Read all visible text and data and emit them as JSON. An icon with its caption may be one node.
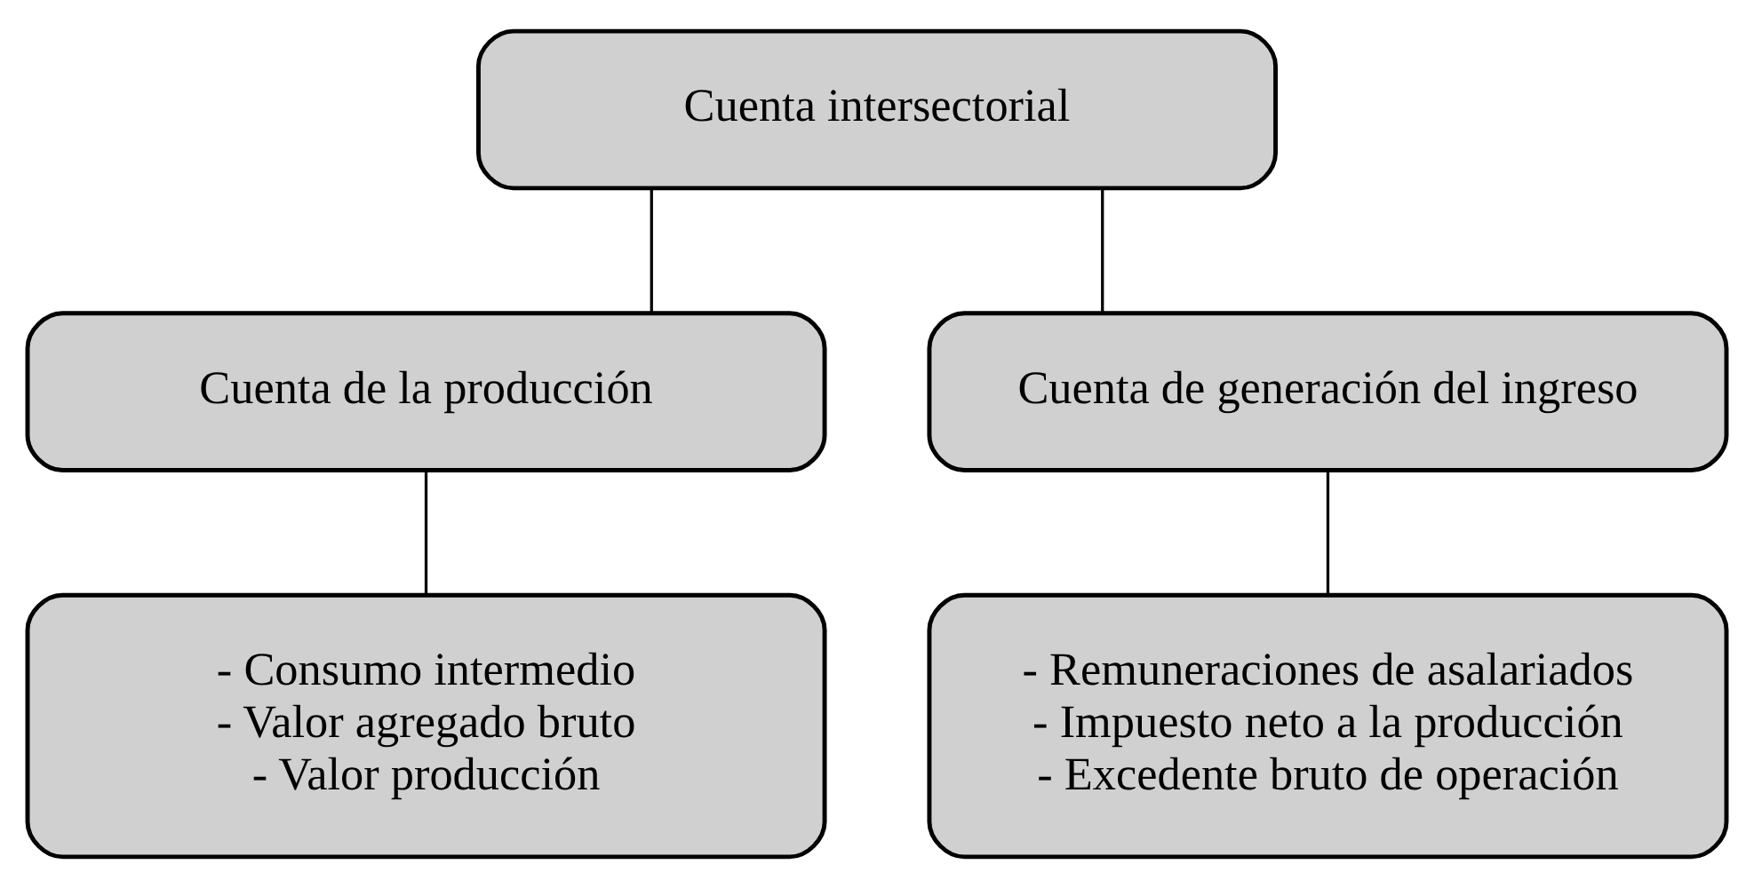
{
  "diagram": {
    "nodes": [
      {
        "text": [
          "Cuenta intersectorial"
        ]
      },
      {
        "text": [
          "Cuenta de la producción"
        ]
      },
      {
        "text": [
          "Cuenta de generación del ingreso"
        ]
      },
      {
        "text": [
          "- Consumo intermedio",
          "- Valor agregado bruto",
          "- Valor producción"
        ]
      },
      {
        "text": [
          "- Remuneraciones de asalariados",
          "- Impuesto neto a la producción",
          "- Excedente bruto de operación"
        ]
      }
    ],
    "edges": [
      {
        "from": 0,
        "to": 1,
        "arrow": "none"
      },
      {
        "from": 0,
        "to": 2,
        "arrow": "none"
      },
      {
        "from": 1,
        "to": 3,
        "arrow": "none"
      },
      {
        "from": 2,
        "to": 4,
        "arrow": "none"
      }
    ]
  }
}
